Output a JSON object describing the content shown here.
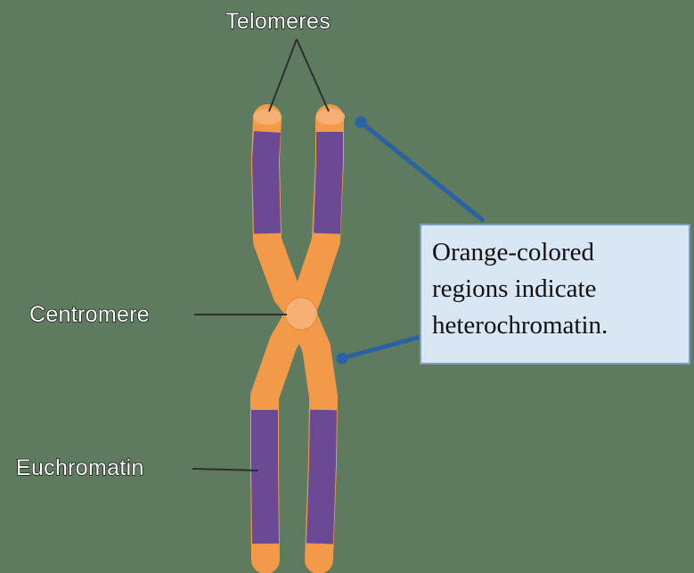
{
  "labels": {
    "telomeres": "Telomeres",
    "centromere": "Centromere",
    "euchromatin": "Euchromatin"
  },
  "callout": {
    "text": "Orange-colored\nregions indicate\nheterochromatin."
  },
  "colors": {
    "background": "#5e7a5f",
    "heterochromatin": "#f39a4a",
    "euchromatin": "#6b4a93",
    "leader_line": "#2f2f2f",
    "callout_pointer": "#2a63a3",
    "callout_fill": "#d9e6f3"
  }
}
